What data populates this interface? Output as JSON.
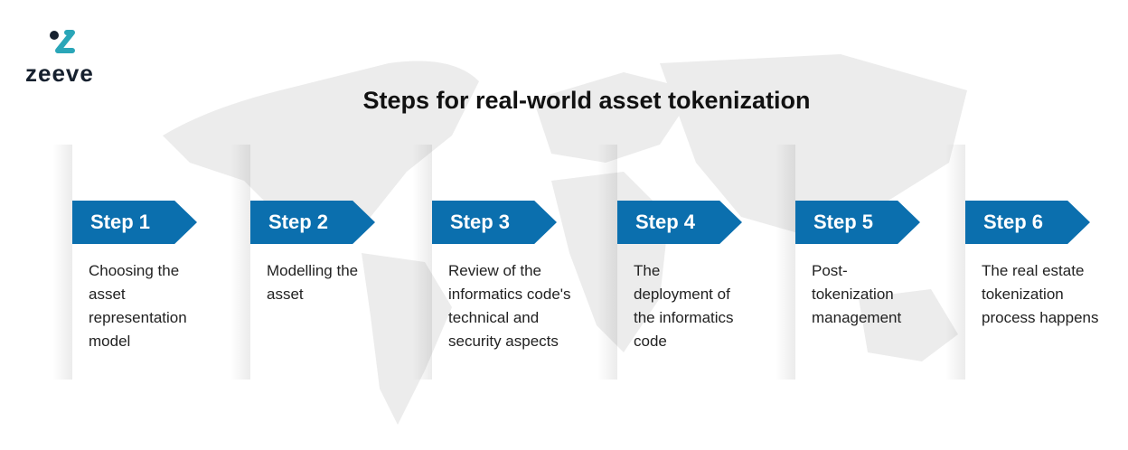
{
  "logo": {
    "text": "zeeve"
  },
  "title": "Steps for real-world asset tokenization",
  "steps": [
    {
      "label": "Step 1",
      "text": "Choosing the asset representation model"
    },
    {
      "label": "Step 2",
      "text": "Modelling the asset"
    },
    {
      "label": "Step 3",
      "text": "Review of the informatics code's technical and security aspects"
    },
    {
      "label": "Step 4",
      "text": "The deployment of the informatics code"
    },
    {
      "label": "Step 5",
      "text": "Post-tokenization management"
    },
    {
      "label": "Step 6",
      "text": "The real estate tokenization process happens"
    }
  ],
  "colors": {
    "accent": "#0b6fae"
  }
}
